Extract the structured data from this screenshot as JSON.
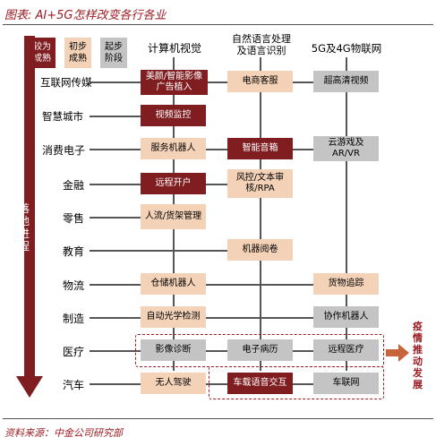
{
  "title": "图表: AI+5G怎样改变各行各业",
  "source": "资料来源：中金公司研究部",
  "legend": [
    {
      "label": "较为成熟",
      "level": "mature"
    },
    {
      "label": "初步成熟",
      "level": "early"
    },
    {
      "label": "起步阶段",
      "level": "starting"
    }
  ],
  "columns": [
    "计算机视觉",
    "自然语言处理及语言识别",
    "5G及4G物联网"
  ],
  "column_lines": [
    "自然语言处理",
    "及语言识别"
  ],
  "rows": [
    "互联网传媒",
    "智慧城市",
    "消费电子",
    "金融",
    "零售",
    "教育",
    "物流",
    "制造",
    "医疗",
    "汽车"
  ],
  "cells": {
    "r0c1": "美颜/智能影像广告植入",
    "r0c2": "电商客服",
    "r0c3": "超高清视频",
    "r1c1": "视频监控",
    "r2c1": "服务机器人",
    "r2c2": "智能音箱",
    "r2c3": "云游戏及AR/VR",
    "r3c1": "远程开户",
    "r3c2": "风控/文本审核/RPA",
    "r4c1": "人流/货架管理",
    "r5c2": "机器阅卷",
    "r6c1": "仓储机器人",
    "r6c3": "货物追踪",
    "r7c1": "自动光学检测",
    "r7c3": "协作机器人",
    "r8c1": "影像诊断",
    "r8c2": "电子病历",
    "r8c3": "远程医疗",
    "r9c1": "无人驾驶",
    "r9c2": "车载语音交互",
    "r9c3": "车联网"
  },
  "left_arrow_label": "落地进程",
  "right_label": "疫情推动发展",
  "colors": {
    "mature": "#7f1d20",
    "early": "#f3d2b8",
    "starting": "#c4c4c4",
    "accent": "#9b1b22",
    "arrow": "#7f1d20",
    "right_arrow": "#c8643a"
  }
}
